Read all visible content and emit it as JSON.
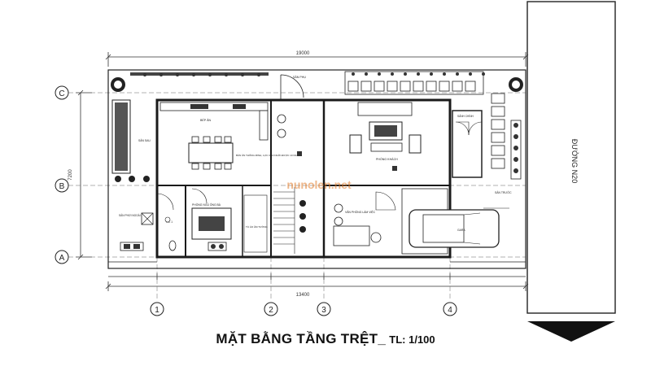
{
  "drawing": {
    "title": "MẶT BẰNG TẦNG TRỆT",
    "title_separator": "_",
    "scale_label": "TL: 1/100",
    "dim_top": "19000",
    "dim_bottom": "13400",
    "dim_left": "7200",
    "road_label": "ĐƯỜNG N20",
    "watermark": "nunolen.net"
  },
  "grid": {
    "rows": [
      "C",
      "B",
      "A"
    ],
    "cols": [
      "1",
      "2",
      "3",
      "4"
    ]
  },
  "rooms": {
    "garden_back": "SÂN PHỤ",
    "kitchen": "BẾP ĂN",
    "dining": "BÀN ĂN THÔNG MINH, LỰC CĂN NGỒI ĐƯỢC 10 NGƯỜI",
    "yard_rear": "SÂN SAU",
    "wash_yard": "SÂN PHƠI NGOÀI TRỜI",
    "wc": "WC 1",
    "bedroom": "PHÒNG NGỦ ÔNG BÀ",
    "wardrobe": "TỦ ÁO ÂM TƯỜNG",
    "living": "PHÒNG KHÁCH",
    "altar": "SẢNH CHÍNH",
    "office": "VĂN PHÒNG LÀM VIỆC",
    "garage": "GARA",
    "front_yard": "SÂN TRƯỚC"
  },
  "colors": {
    "line": "#1a1a1a",
    "wall": "#2b2b2b",
    "watermark": "#e07a28",
    "road": "#ffffff"
  }
}
